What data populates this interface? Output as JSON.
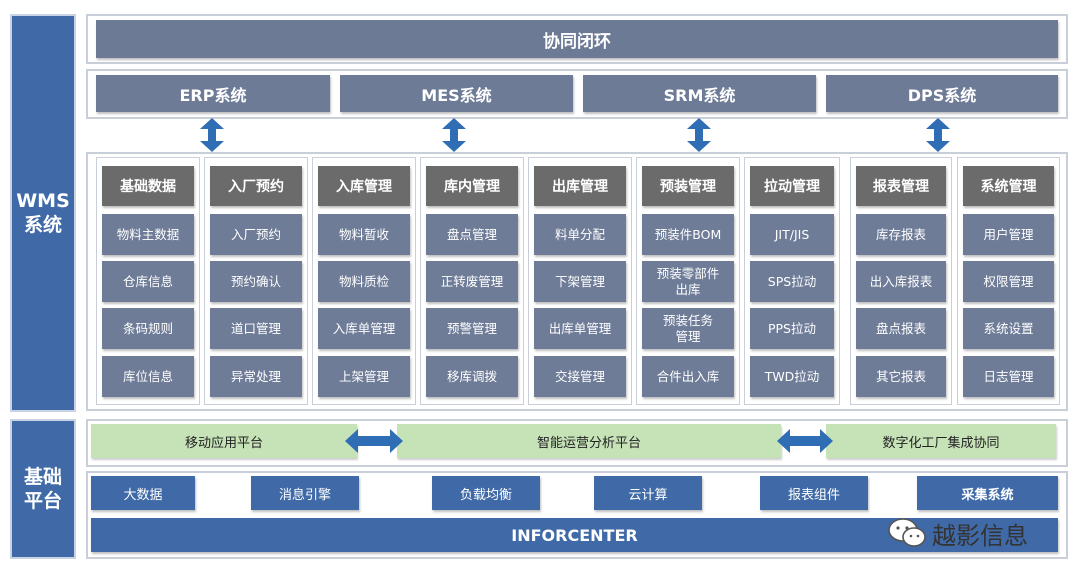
{
  "side": {
    "wms": "WMS\n系统",
    "platform": "基础\n平台"
  },
  "top_title": "协同闭环",
  "systems": [
    "ERP系统",
    "MES系统",
    "SRM系统",
    "DPS系统"
  ],
  "columns": [
    {
      "header": "基础数据",
      "items": [
        "物料主数据",
        "仓库信息",
        "条码规则",
        "库位信息"
      ]
    },
    {
      "header": "入厂预约",
      "items": [
        "入厂预约",
        "预约确认",
        "道口管理",
        "异常处理"
      ]
    },
    {
      "header": "入库管理",
      "items": [
        "物料暂收",
        "物料质检",
        "入库单管理",
        "上架管理"
      ]
    },
    {
      "header": "库内管理",
      "items": [
        "盘点管理",
        "正转废管理",
        "预警管理",
        "移库调拨"
      ]
    },
    {
      "header": "出库管理",
      "items": [
        "料单分配",
        "下架管理",
        "出库单管理",
        "交接管理"
      ]
    },
    {
      "header": "预装管理",
      "items": [
        "预装件BOM",
        "预装零部件\n出库",
        "预装任务\n管理",
        "合件出入库"
      ]
    },
    {
      "header": "拉动管理",
      "items": [
        "JIT/JIS",
        "SPS拉动",
        "PPS拉动",
        "TWD拉动"
      ]
    },
    {
      "header": "报表管理",
      "items": [
        "库存报表",
        "出入库报表",
        "盘点报表",
        "其它报表"
      ]
    },
    {
      "header": "系统管理",
      "items": [
        "用户管理",
        "权限管理",
        "系统设置",
        "日志管理"
      ]
    }
  ],
  "platforms": [
    "移动应用平台",
    "智能运营分析平台",
    "数字化工厂集成协同"
  ],
  "components": [
    "大数据",
    "消息引擎",
    "负载均衡",
    "云计算",
    "报表组件",
    "采集系统"
  ],
  "bottom_bar": "INFORCENTER",
  "watermark": "越影信息",
  "colors": {
    "slate": "#6c7a96",
    "blue": "#3f6aa7",
    "green": "#c6e3b8",
    "header_gray": "#6b6b6b",
    "arrow": "#2f6db5"
  }
}
